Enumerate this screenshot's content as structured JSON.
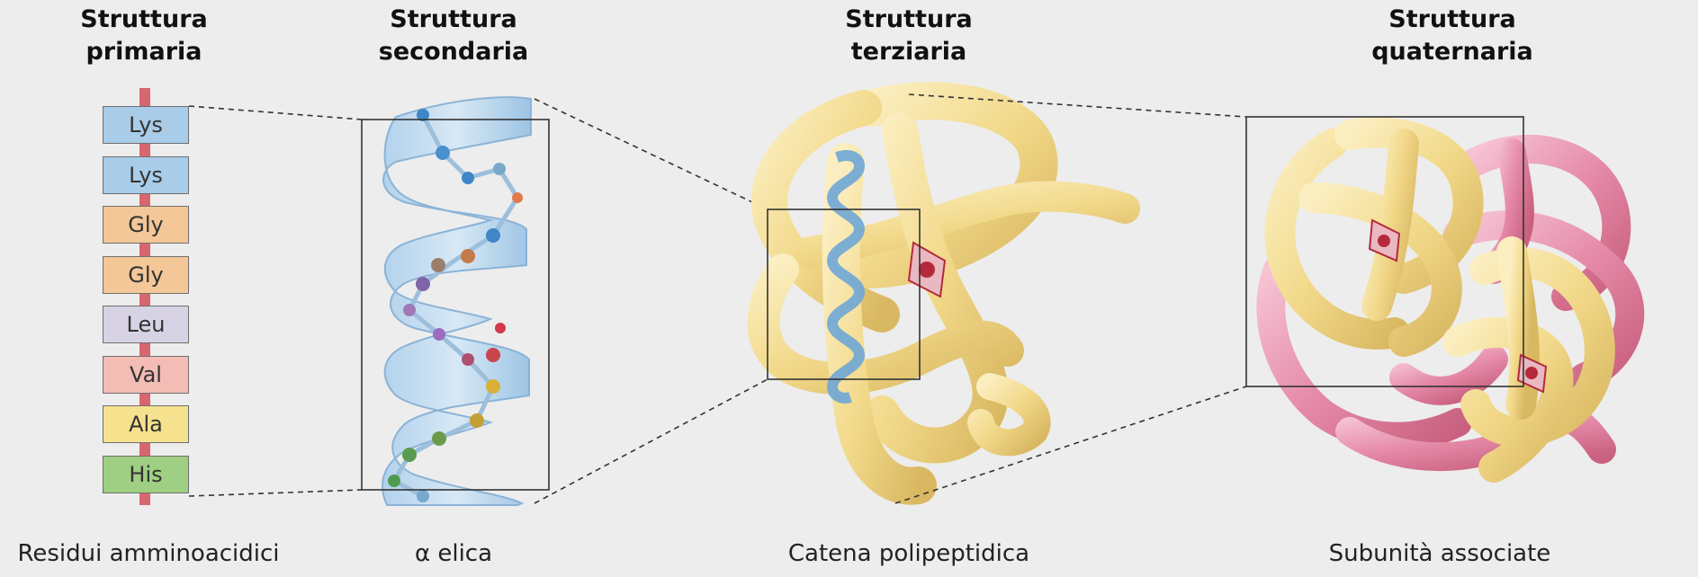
{
  "headings": {
    "primary": [
      "Struttura",
      "primaria"
    ],
    "secondary": [
      "Struttura",
      "secondaria"
    ],
    "tertiary": [
      "Struttura",
      "terziaria"
    ],
    "quaternary": [
      "Struttura",
      "quaternaria"
    ]
  },
  "residues": [
    {
      "label": "Lys",
      "color": "#a9cce8"
    },
    {
      "label": "Lys",
      "color": "#a9cce8"
    },
    {
      "label": "Gly",
      "color": "#f3c797"
    },
    {
      "label": "Gly",
      "color": "#f3c797"
    },
    {
      "label": "Leu",
      "color": "#d7d3e5"
    },
    {
      "label": "Val",
      "color": "#f3bcb4"
    },
    {
      "label": "Ala",
      "color": "#f6e18e"
    },
    {
      "label": "His",
      "color": "#9fcf82"
    }
  ],
  "captions": {
    "primary": "Residui amminoacidici",
    "secondary": "α elica",
    "tertiary": "Catena polipeptidica",
    "quaternary": "Subunità associate"
  },
  "colors": {
    "background": "#ededed",
    "helix": "#8fc0e6",
    "tertiary_tube": "#f2d98a",
    "quaternary_pink": "#e58aa8",
    "heme": "#b52a3a",
    "chain_axis": "#d8666e"
  }
}
